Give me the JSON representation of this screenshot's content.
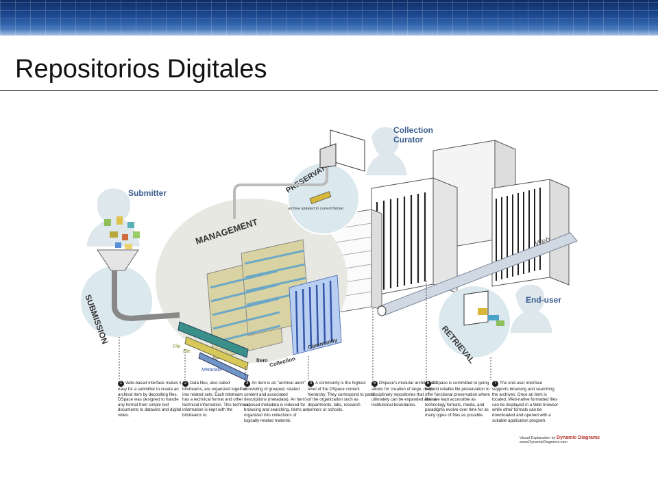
{
  "slide": {
    "title": "Repositorios Digitales"
  },
  "diagram": {
    "actors": {
      "submitter": "Submitter",
      "curator": "Collection Curator",
      "enduser": "End-user"
    },
    "stages": {
      "submission": "SUBMISSION",
      "management": "MANAGEMENT",
      "preservation": "PRESERVATION",
      "retrieval": "RETRIEVAL",
      "web": "Web"
    },
    "preservation_note": "archive updated to current format",
    "item_labels": {
      "file1": "File",
      "file2": "File",
      "metadata": "Metadata",
      "item": "Item",
      "collection": "Collection",
      "community": "Community"
    },
    "steps": [
      {
        "n": "1",
        "text": "Web-based interface makes it easy for a submitter to create an archival item by depositing files. DSpace was designed to handle any format from simple text documents to datasets and digital video."
      },
      {
        "n": "2",
        "text": "Data files, also called bitstreams, are organized together into related sets. Each bitstream has a technical format and other technical information. This technical information is kept with the bitstreams to"
      },
      {
        "n": "3",
        "text": "An item is an \"archival atom\" consisting of grouped, related content and associated descriptions (metadata). An item's exposed metadata is indexed for browsing and searching. Items are organized into collections of logically-related material."
      },
      {
        "n": "4",
        "text": "A community is the highest level of the DSpace content hierarchy. They correspond to parts of the organization such as departments, labs, research centers or schools."
      },
      {
        "n": "5",
        "text": "DSpace's modular architecture allows for creation of large, multi-disciplinary repositories that ultimately can be expanded across institutional boundaries."
      },
      {
        "n": "6",
        "text": "DSpace is committed to going beyond reliable file preservation to offer functional preservation where files are kept accessible as technology formats, media, and paradigms evolve over time for as many types of files as possible."
      },
      {
        "n": "7",
        "text": "The end-user interface supports browsing and searching the archives. Once an item is located, Web-native formatted files can be displayed in a Web browser while other formats can be downloaded and opened with a suitable application program."
      }
    ],
    "credit": {
      "prefix": "Visual Explanation by",
      "brand": "Dynamic Diagrams",
      "url": "www.DynamicDiagrams.com"
    }
  }
}
